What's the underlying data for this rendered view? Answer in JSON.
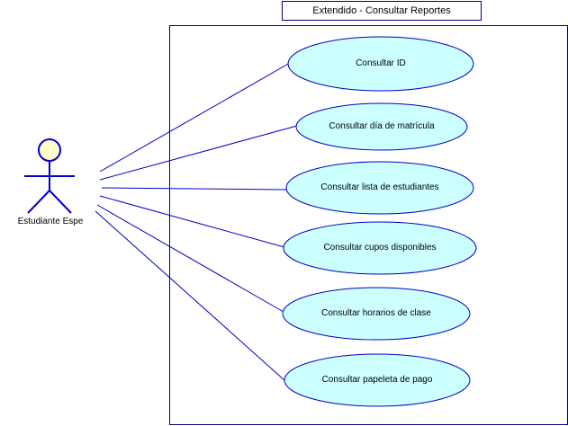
{
  "diagram": {
    "title": "Extendido - Consultar Reportes",
    "actor": "Estudiante Espe",
    "use_cases": [
      "Consultar ID",
      "Consultar día de matrícula",
      "Consultar lista de estudiantes",
      "Consultar cupos disponibles",
      "Consultar horarios de clase",
      "Consultar papeleta de pago"
    ],
    "colors": {
      "line": "#0000cc",
      "border": "#000080",
      "usecase_fill": "#ccffff",
      "actor_head_fill": "#ffffcc"
    }
  }
}
